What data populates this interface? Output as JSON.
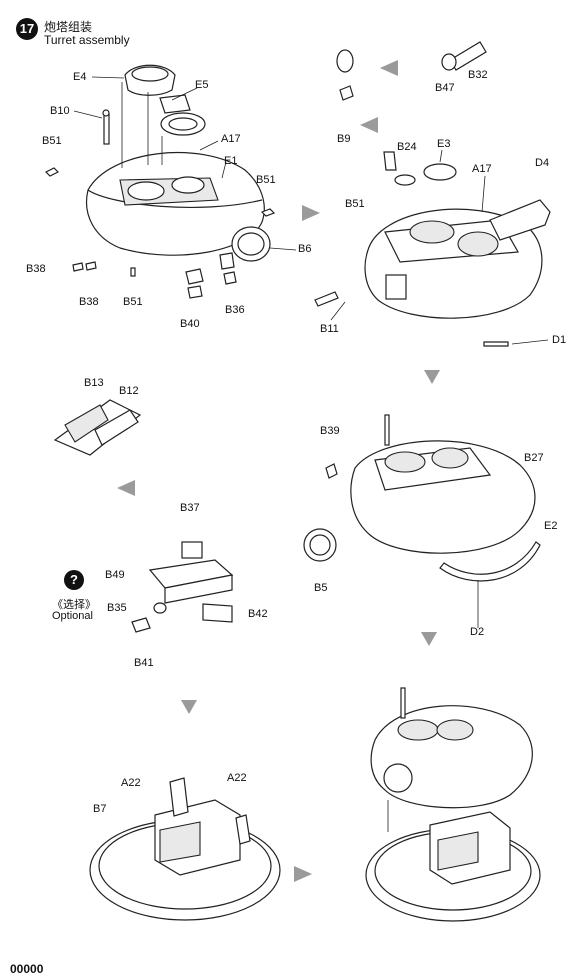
{
  "step": {
    "number": "17",
    "title_cn": "炮塔组装",
    "title_en": "Turret assembly"
  },
  "optional": {
    "icon": "?",
    "label_cn": "《选择》",
    "label_en": "Optional"
  },
  "page_number": "00000",
  "part_labels": {
    "e4": "E4",
    "e5": "E5",
    "b10": "B10",
    "a17_left": "A17",
    "b51_a": "B51",
    "e1": "E1",
    "b51_b": "B51",
    "b6": "B6",
    "b38_a": "B38",
    "b38_b": "B38",
    "b51_c": "B51",
    "b40": "B40",
    "b36": "B36",
    "b9": "B9",
    "b47": "B47",
    "b32": "B32",
    "b24": "B24",
    "e3": "E3",
    "a17_right": "A17",
    "d4": "D4",
    "b51_d": "B51",
    "b11": "B11",
    "d1": "D1",
    "b13": "B13",
    "b12": "B12",
    "b39": "B39",
    "b27": "B27",
    "e2": "E2",
    "b5": "B5",
    "d2": "D2",
    "b37": "B37",
    "b49": "B49",
    "b35": "B35",
    "b42": "B42",
    "b41": "B41",
    "a22_a": "A22",
    "a22_b": "A22",
    "b7": "B7"
  },
  "colors": {
    "ink": "#222222",
    "arrow": "#9a9a9a",
    "paper": "#ffffff"
  }
}
